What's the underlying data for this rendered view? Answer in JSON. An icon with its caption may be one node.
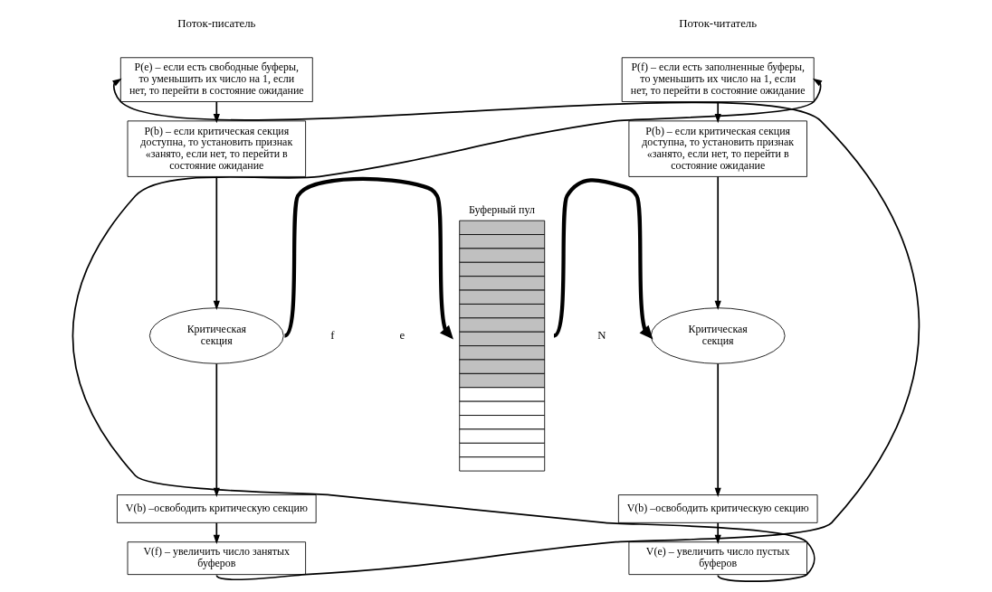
{
  "diagram": {
    "nodes": [
      {
        "text": [
          "P(e) – если есть свободные буферы, то уменьшить их число на 1, если нет, то перейти в состояние ожидание"
        ]
      },
      {
        "text": [
          "P(b) – если критическая секция доступна, то установить признак «занято, если нет, то перейти в состояние ожидание"
        ]
      },
      {
        "text": [
          "Критическая секция"
        ]
      },
      {
        "text": [
          "V(b) –освободить критическую секцию"
        ]
      },
      {
        "text": [
          "V(f) – увеличить число занятых буферов"
        ]
      },
      {
        "text": [
          "Буферный пул"
        ]
      },
      {
        "text": [
          "P(f) – если есть заполненные буферы, то уменьшить их число на 1, если нет, то перейти в состояние ожидание"
        ]
      },
      {
        "text": [
          "P(b) – если критическая секция доступна, то установить признак «занято, если нет, то перейти в состояние ожидание"
        ]
      },
      {
        "text": [
          "Критическая секция"
        ]
      },
      {
        "text": [
          "V(b) –освободить критическую секцию"
        ]
      },
      {
        "text": [
          "V(e) – увеличить число пустых буферов"
        ]
      }
    ],
    "edges": [
      {
        "from": 0,
        "to": 1,
        "arrow": "to"
      },
      {
        "from": 1,
        "to": 2,
        "arrow": "to"
      },
      {
        "from": 2,
        "to": 3,
        "arrow": "to"
      },
      {
        "from": 3,
        "to": 4,
        "arrow": "to"
      },
      {
        "from": 4,
        "to": 0,
        "arrow": "to"
      },
      {
        "from": 2,
        "to": 5,
        "arrow": "to",
        "style": "thick"
      },
      {
        "from": 5,
        "to": 8,
        "arrow": "to",
        "style": "thick"
      },
      {
        "from": 6,
        "to": 7,
        "arrow": "to"
      },
      {
        "from": 7,
        "to": 8,
        "arrow": "to"
      },
      {
        "from": 8,
        "to": 9,
        "arrow": "to"
      },
      {
        "from": 9,
        "to": 10,
        "arrow": "to"
      },
      {
        "from": 10,
        "to": 6,
        "arrow": "to"
      }
    ],
    "labels": [
      "Поток-писатель",
      "Поток-читатель",
      "f",
      "N",
      "e"
    ]
  }
}
